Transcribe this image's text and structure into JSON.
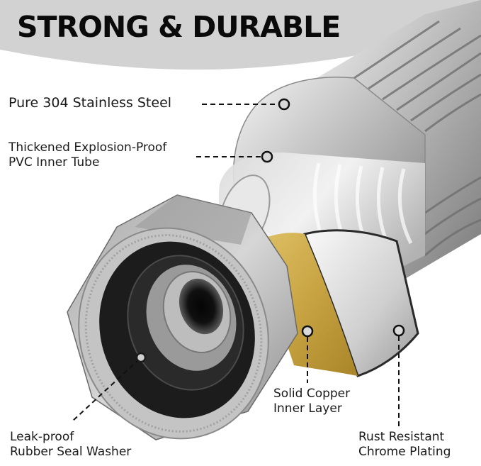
{
  "header": {
    "title": "STRONG & DURABLE",
    "band_color": "#d2d2d2"
  },
  "callouts": [
    {
      "id": "steel",
      "lines": [
        "Pure 304 Stainless Steel"
      ]
    },
    {
      "id": "pvc",
      "lines": [
        "Thickened Explosion-Proof",
        "PVC Inner Tube"
      ]
    },
    {
      "id": "copper",
      "lines": [
        "Solid Copper",
        "Inner Layer"
      ]
    },
    {
      "id": "seal",
      "lines": [
        "Leak-proof",
        "Rubber Seal Washer"
      ]
    },
    {
      "id": "chrome",
      "lines": [
        "Rust Resistant",
        "Chrome Plating"
      ]
    }
  ],
  "colors": {
    "text": "#1a1a1a",
    "copper": "#c9a443",
    "steel_light": "#e6e6e6",
    "steel_dark": "#6a6a6a",
    "rubber": "#1c1c1c"
  }
}
